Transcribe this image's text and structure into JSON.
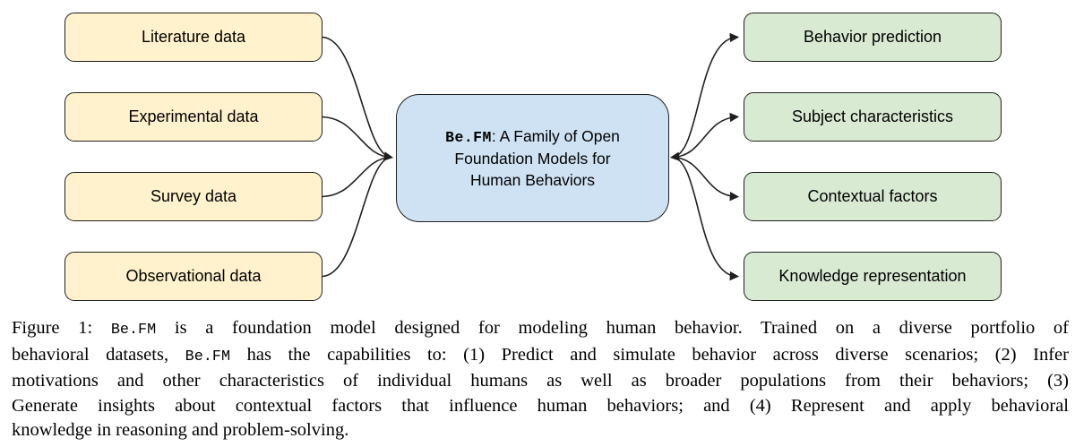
{
  "figure": {
    "inputs": [
      {
        "label": "Literature data"
      },
      {
        "label": "Experimental data"
      },
      {
        "label": "Survey data"
      },
      {
        "label": "Observational data"
      }
    ],
    "center": {
      "lines": [
        {
          "segments": [
            {
              "text": "Be.FM",
              "mono": true
            },
            {
              "text": ": A Family of Open",
              "mono": false
            }
          ]
        },
        {
          "segments": [
            {
              "text": "Foundation Models for",
              "mono": false
            }
          ]
        },
        {
          "segments": [
            {
              "text": "Human Behaviors",
              "mono": false
            }
          ]
        }
      ]
    },
    "outputs": [
      {
        "label": "Behavior prediction"
      },
      {
        "label": "Subject characteristics"
      },
      {
        "label": "Contextual factors"
      },
      {
        "label": "Knowledge representation"
      }
    ],
    "colors": {
      "input_fill": "#FFF2CC",
      "center_fill": "#CFE2F3",
      "output_fill": "#D9EAD3",
      "border": "#1f1f1f",
      "arrow": "#1f1f1f"
    }
  },
  "caption": {
    "lines": [
      {
        "segments": [
          {
            "text": "Figure 1: ",
            "mono": false
          },
          {
            "text": "Be.FM",
            "mono": true
          },
          {
            "text": " is a foundation model designed for modeling human behavior.  Trained on a diverse portfolio of",
            "mono": false
          }
        ]
      },
      {
        "segments": [
          {
            "text": "behavioral datasets, ",
            "mono": false
          },
          {
            "text": "Be.FM",
            "mono": true
          },
          {
            "text": " has the capabilities to: (1) Predict and simulate behavior across diverse scenarios; (2) Infer",
            "mono": false
          }
        ]
      },
      {
        "segments": [
          {
            "text": "motivations and other characteristics of individual humans as well as broader populations from their behaviors; (3)",
            "mono": false
          }
        ]
      },
      {
        "segments": [
          {
            "text": "Generate insights about contextual factors that influence human behaviors; and (4) Represent and apply behavioral",
            "mono": false
          }
        ]
      },
      {
        "segments": [
          {
            "text": "knowledge in reasoning and problem-solving.",
            "mono": false
          }
        ]
      }
    ]
  }
}
